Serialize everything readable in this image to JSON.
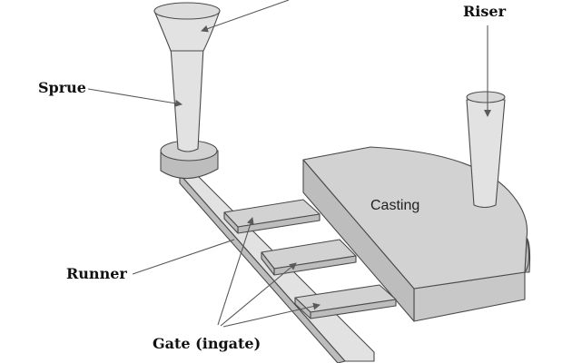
{
  "labels": {
    "sprue": "Sprue",
    "riser": "Riser",
    "runner": "Runner",
    "gate": "Gate (ingate)",
    "casting": "Casting"
  },
  "colors": {
    "fill_top": "#d2d2d2",
    "fill_side": "#bdbdbd",
    "outline": "#4a4a4a"
  }
}
